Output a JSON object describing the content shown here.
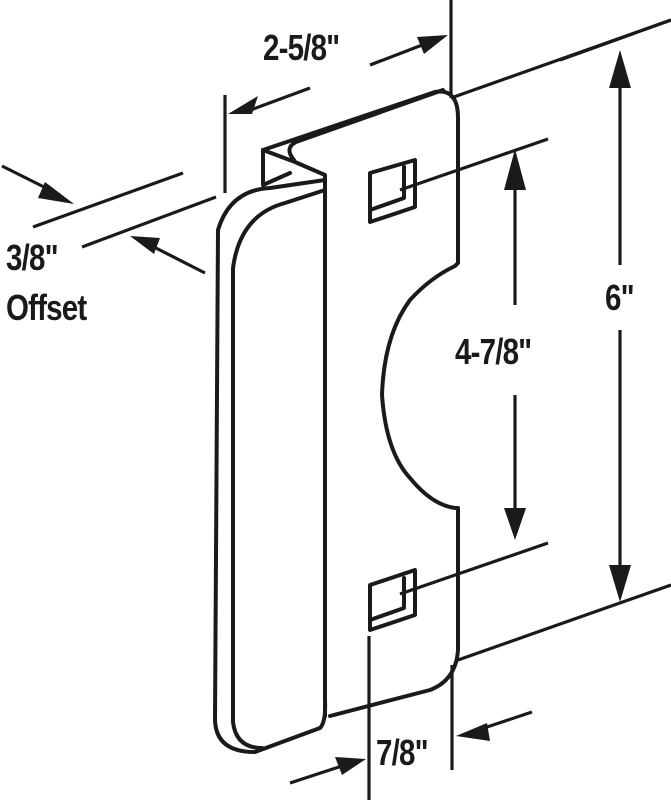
{
  "diagram": {
    "subject": "Latch guard / strike plate with offset",
    "stroke_color": "#1a1a1a",
    "background_color": "#ffffff"
  },
  "dimensions": {
    "width_label": "2-5/8\"",
    "offset_value": "3/8\"",
    "offset_word": "Offset",
    "cutout_label": "4-7/8\"",
    "height_label": "6\"",
    "edge_label": "7/8\""
  }
}
